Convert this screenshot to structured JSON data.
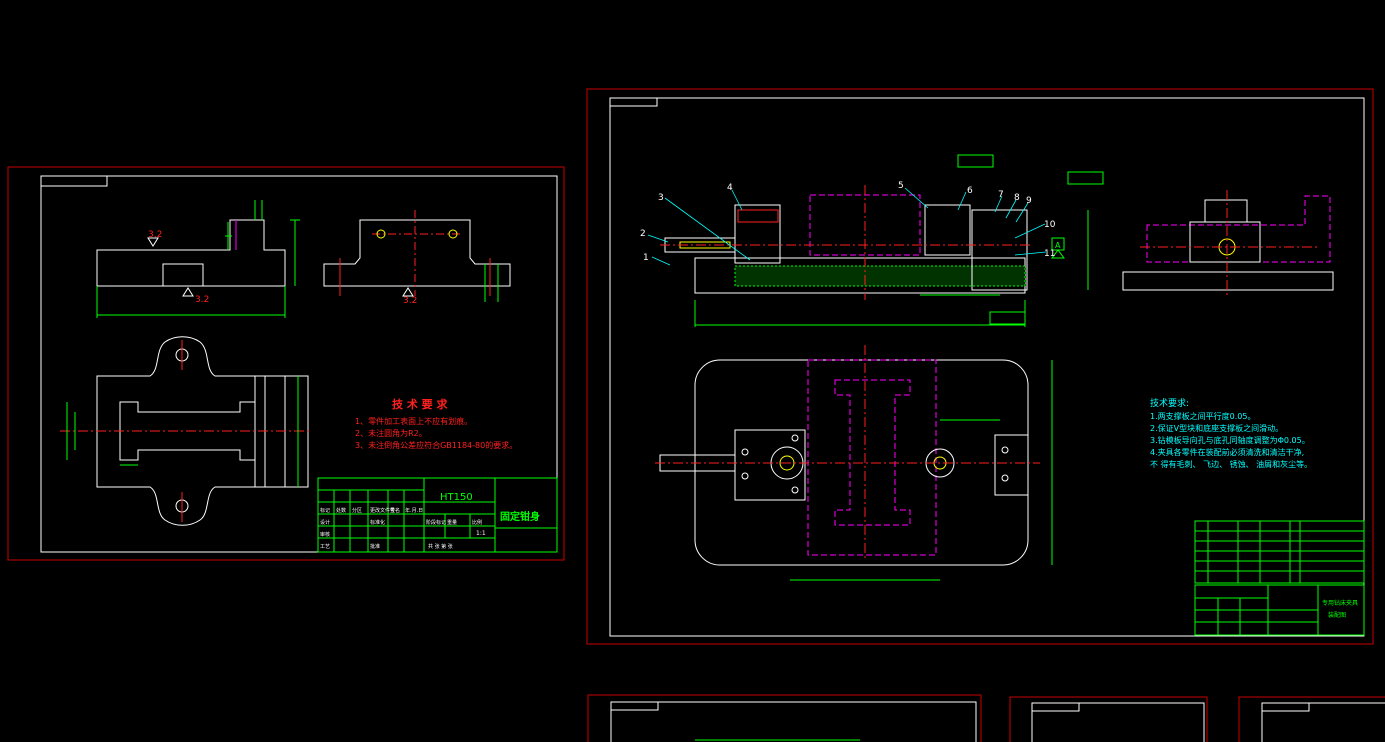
{
  "sheet1": {
    "title_block_material": "HT150",
    "title_block_name": "固定钳身",
    "title_block_scale": "1:1",
    "tech_title": "技 术 要 求",
    "tech_lines": [
      "1、零件加工表面上不应有划痕。",
      "2、未注圆角为R2。",
      "3、未注倒角公差应符合GB1184-80的要求。"
    ],
    "roughness_top": "3.2",
    "roughness_bottom_left": "3.2",
    "roughness_bottom_right": "3.2",
    "block_cells": [
      "标记",
      "处数",
      "分区",
      "更改文件号",
      "签名",
      "年.月.日",
      "设计",
      "标准化",
      "阶段标记",
      "重量",
      "比例",
      "审核",
      "工艺",
      "批准",
      "共 张 第 张"
    ]
  },
  "sheet2": {
    "tech_title": "技术要求:",
    "tech_lines": [
      "1.两支撑板之间平行度0.05。",
      "2.保证V型块和底座支撑板之间滑动。",
      "3.钻模板导向孔与底孔同轴度调整为Φ0.05。",
      "4.夹具各零件在装配前必须清洗和清洁干净,",
      "不 得有毛刺、 飞边、 锈蚀、 油屑和灰尘等。"
    ],
    "balloons": [
      "1",
      "2",
      "3",
      "4",
      "5",
      "6",
      "7",
      "8",
      "9",
      "10",
      "11"
    ],
    "datum_label": "A",
    "title_block_name": "专用钻床夹具",
    "title_block_sub": "装配图"
  },
  "colors": {
    "frame_red": "#c80000",
    "white": "#ffffff",
    "green": "#00ff00",
    "cyan": "#00ffff",
    "magenta": "#ff00ff",
    "red_text": "#ff2020",
    "yellow": "#ffff00"
  }
}
